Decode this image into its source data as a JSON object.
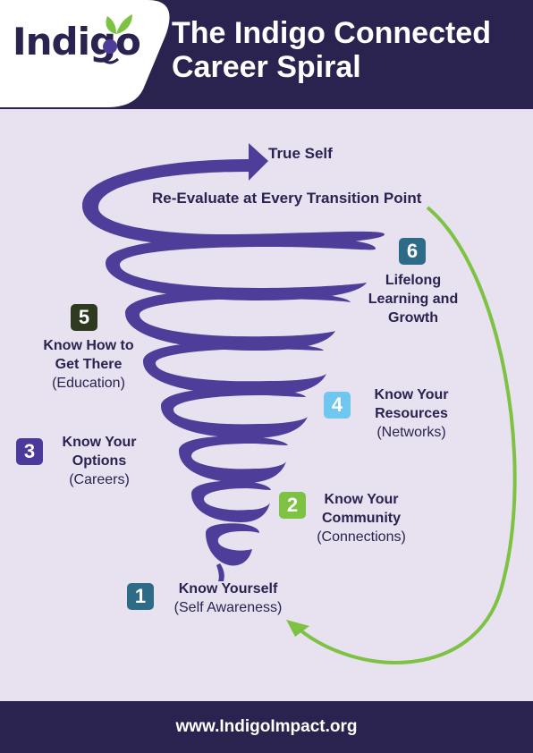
{
  "header": {
    "logo_text": "Indigo",
    "title_line1": "The Indigo Connected",
    "title_line2": "Career Spiral"
  },
  "spiral": {
    "top_label": "True Self",
    "reevaluate_label": "Re-Evaluate at Every Transition Point"
  },
  "steps": [
    {
      "number": "1",
      "title": "Know Yourself",
      "subtitle": "(Self Awareness)",
      "color": "#2e6b86"
    },
    {
      "number": "2",
      "title_line1": "Know Your",
      "title_line2": "Community",
      "subtitle": "(Connections)",
      "color": "#7dc243"
    },
    {
      "number": "3",
      "title_line1": "Know Your",
      "title_line2": "Options",
      "subtitle": "(Careers)",
      "color": "#4b3a9a"
    },
    {
      "number": "4",
      "title_line1": "Know Your",
      "title_line2": "Resources",
      "subtitle": "(Networks)",
      "color": "#6fc6ee"
    },
    {
      "number": "5",
      "title_line1": "Know How to",
      "title_line2": "Get There",
      "subtitle": "(Education)",
      "color": "#2d3a1f"
    },
    {
      "number": "6",
      "title_line1": "Lifelong",
      "title_line2": "Learning and",
      "title_line3": "Growth",
      "color": "#2e6b86"
    }
  ],
  "colors": {
    "navy": "#2a2350",
    "spiral": "#4f3d9a",
    "arrow_green": "#7dc243",
    "background": "#e7e1f0"
  },
  "footer": {
    "url": "www.IndigoImpact.org"
  }
}
